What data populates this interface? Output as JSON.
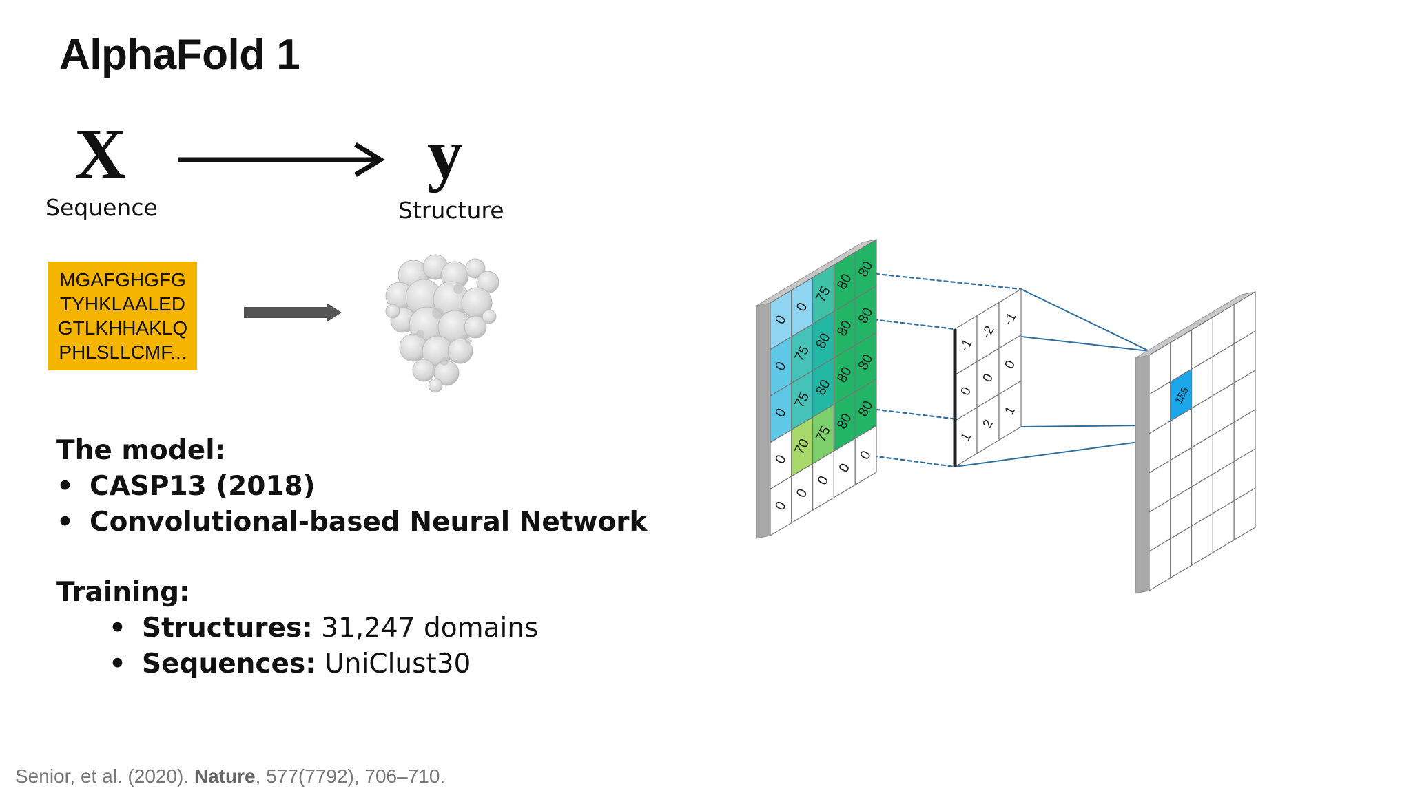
{
  "slide": {
    "title": "AlphaFold 1",
    "input_symbol": "X",
    "output_symbol": "y",
    "input_label": "Sequence",
    "output_label": "Structure",
    "sequence_lines": [
      "MGAFGHGFG",
      "TYHKLAALED",
      "GTLKHHAKLQ",
      "PHLSLLCMF..."
    ],
    "sequence_box_color": "#f5b400",
    "model_heading": "The model:",
    "model_bullets": [
      "CASP13 (2018)",
      "Convolutional-based Neural Network"
    ],
    "training_heading": "Training:",
    "training_bullets": [
      {
        "label": "Structures:",
        "value": "31,247 domains"
      },
      {
        "label": "Sequences:",
        "value": "UniClust30"
      }
    ],
    "bullet_glyph": "•",
    "citation": {
      "authors": "Senior, et al. (2020).",
      "journal": "Nature",
      "details": ", 577(7792), 706–710."
    }
  },
  "convolution": {
    "input_grid": [
      [
        "0",
        "0",
        "75",
        "80",
        "80"
      ],
      [
        "0",
        "75",
        "80",
        "80",
        "80"
      ],
      [
        "0",
        "75",
        "80",
        "80",
        "80"
      ],
      [
        "0",
        "70",
        "75",
        "80",
        "80"
      ],
      [
        "0",
        "0",
        "0",
        "0",
        "0"
      ]
    ],
    "input_colors": [
      [
        "#8fd4f0",
        "#8fd4f0",
        "#3fc1a8",
        "#22b566",
        "#22b566"
      ],
      [
        "#5ec8e6",
        "#46c3b8",
        "#22b8a4",
        "#22b566",
        "#22b566"
      ],
      [
        "#5ec8e6",
        "#46c3b8",
        "#22b8a4",
        "#22b566",
        "#22b566"
      ],
      [
        "#ffffff",
        "#a6d86a",
        "#7ccf6a",
        "#22b566",
        "#22b566"
      ],
      [
        "#ffffff",
        "#ffffff",
        "#ffffff",
        "#ffffff",
        "#ffffff"
      ]
    ],
    "kernel": [
      [
        "-1",
        "-2",
        "-1"
      ],
      [
        "0",
        "0",
        "0"
      ],
      [
        "1",
        "2",
        "1"
      ]
    ],
    "output_value": "155",
    "output_cell_color": "#1aa6e8",
    "line_color": "#2e6f9e"
  }
}
